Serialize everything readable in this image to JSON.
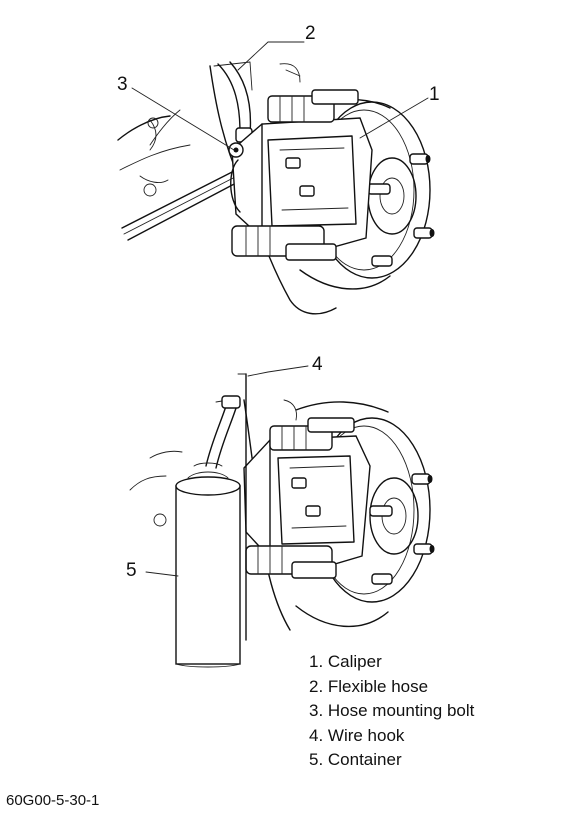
{
  "callouts": {
    "upper": {
      "caliper": "1",
      "flexible_hose": "2",
      "hose_mounting_bolt": "3"
    },
    "lower": {
      "wire_hook": "4",
      "container": "5"
    }
  },
  "legend": {
    "items": [
      "1. Caliper",
      "2. Flexible hose",
      "3. Hose mounting bolt",
      "4. Wire hook",
      "5. Container"
    ]
  },
  "figure_code": "60G00-5-30-1"
}
